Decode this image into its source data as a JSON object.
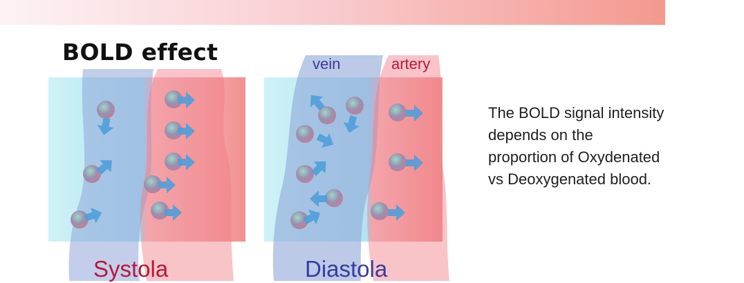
{
  "title": "BOLD effect",
  "labels": {
    "vein": "vein",
    "artery": "artery"
  },
  "captions": {
    "systola": "Systola",
    "diastola": "Diastola"
  },
  "description": [
    "The BOLD signal intensity",
    "depends on the",
    "proportion of Oxydenated",
    "vs Deoxygenated blood."
  ],
  "colors": {
    "vein": "#8fa6d8",
    "artery": "#f28c8c",
    "arrow": "#4f9fd9",
    "systola": "#b8173b",
    "diastola": "#3a3aa0",
    "banner_end": "#f4998f"
  }
}
